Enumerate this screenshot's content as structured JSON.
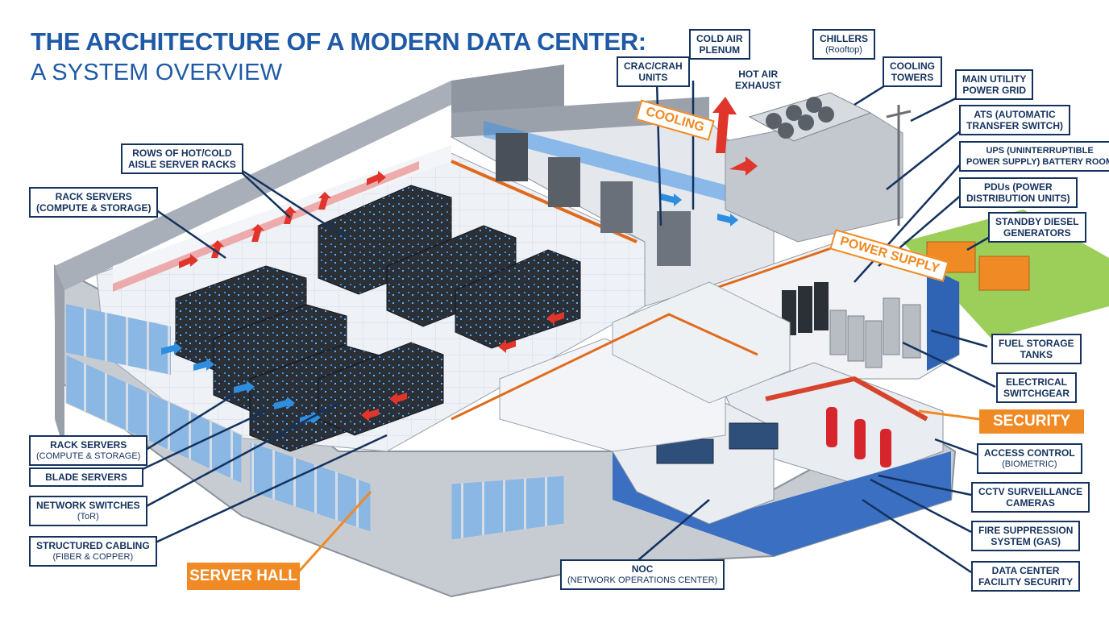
{
  "title": {
    "line1": "THE ARCHITECTURE OF A MODERN DATA CENTER:",
    "line2": "A SYSTEM OVERVIEW"
  },
  "labels": {
    "crac": {
      "line1": "CRAC/CRAH",
      "line2": "UNITS"
    },
    "cold_air": {
      "line1": "COLD AIR",
      "line2": "PLENUM"
    },
    "hot_air": {
      "line1": "HOT AIR",
      "line2": "EXHAUST"
    },
    "chillers": {
      "line1": "CHILLERS",
      "sub": "(Rooftop)"
    },
    "cooling_towers": {
      "line1": "COOLING",
      "line2": "TOWERS"
    },
    "utility_grid": {
      "line1": "MAIN UTILITY",
      "line2": "POWER GRID"
    },
    "ats": {
      "line1": "ATS (AUTOMATIC",
      "line2": "TRANSFER SWITCH)"
    },
    "ups": {
      "line1": "UPS (UNINTERRUPTIBLE",
      "line2": "POWER SUPPLY) BATTERY ROOM"
    },
    "pdus": {
      "line1": "PDUs (POWER",
      "line2": "DISTRIBUTION UNITS)"
    },
    "diesel": {
      "line1": "STANDBY DIESEL",
      "line2": "GENERATORS"
    },
    "fuel": {
      "line1": "FUEL STORAGE",
      "line2": "TANKS"
    },
    "switchgear": {
      "line1": "ELECTRICAL",
      "line2": "SWITCHGEAR"
    },
    "access": {
      "line1": "ACCESS CONTROL",
      "sub": "(BIOMETRIC)"
    },
    "cctv": {
      "line1": "CCTV SURVEILLANCE",
      "line2": "CAMERAS"
    },
    "fire": {
      "line1": "FIRE SUPPRESSION",
      "line2": "SYSTEM (GAS)"
    },
    "facility_security": {
      "line1": "DATA CENTER",
      "line2": "FACILITY SECURITY"
    },
    "rows_racks": {
      "line1": "ROWS OF HOT/COLD",
      "line2": "AISLE SERVER RACKS"
    },
    "rack_top": {
      "line1": "RACK SERVERS",
      "line2": "(COMPUTE & STORAGE)"
    },
    "rack_bottom": {
      "line1": "RACK SERVERS",
      "sub": "(COMPUTE & STORAGE)"
    },
    "blade": {
      "line1": "BLADE SERVERS"
    },
    "network": {
      "line1": "NETWORK SWITCHES",
      "sub": "(ToR)"
    },
    "cabling": {
      "line1": "STRUCTURED CABLING",
      "sub": "(FIBER & COPPER)"
    },
    "noc": {
      "line1": "NOC",
      "sub": "(NETWORK OPERATIONS CENTER)"
    }
  },
  "sections": {
    "security": "SECURITY",
    "server_hall": "SERVER HALL"
  },
  "tags": {
    "cooling": "COOLING",
    "power_supply": "POWER SUPPLY"
  },
  "colors": {
    "title": "#1f5aa6",
    "label_border": "#14325e",
    "accent_orange": "#f08a24",
    "wall_gray": "#b9bec6",
    "rack_dark": "#2b2f36",
    "glass_blue": "#7fb2e5",
    "arrow_red": "#e0352b",
    "arrow_blue": "#2f8de0"
  }
}
